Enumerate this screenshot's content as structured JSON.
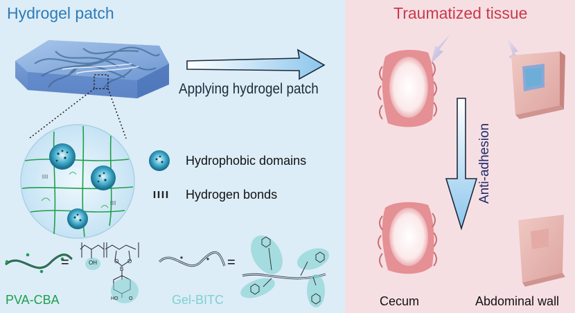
{
  "left_panel": {
    "title": "Hydrogel patch",
    "arrow_label": "Applying hydrogel patch",
    "legend": [
      {
        "icon": "hydrophobic-domain-icon",
        "label": "Hydrophobic domains"
      },
      {
        "icon": "hydrogen-bond-icon",
        "label": "Hydrogen bonds"
      }
    ],
    "polymers": [
      {
        "name": "PVA-CBA",
        "color": "#1f9e4a"
      },
      {
        "name": "Gel-BITC",
        "color": "#7fd0cf"
      }
    ],
    "chem_text": {
      "oh": "OH",
      "o1": "O",
      "o2": "O",
      "b": "B",
      "ho": "HO",
      "o3": "O",
      "eq1": "=",
      "eq2": "="
    }
  },
  "right_panel": {
    "title": "Traumatized tissue",
    "arrow_label": "Anti-adhesion",
    "tissues": [
      "Cecum",
      "Abdominal wall"
    ]
  },
  "colors": {
    "left_bg": "#dcedf8",
    "right_bg": "#f6dfe3",
    "title_left": "#2f7ab5",
    "title_right": "#c9394a",
    "arrow_fill": "#a9d3f0"
  }
}
